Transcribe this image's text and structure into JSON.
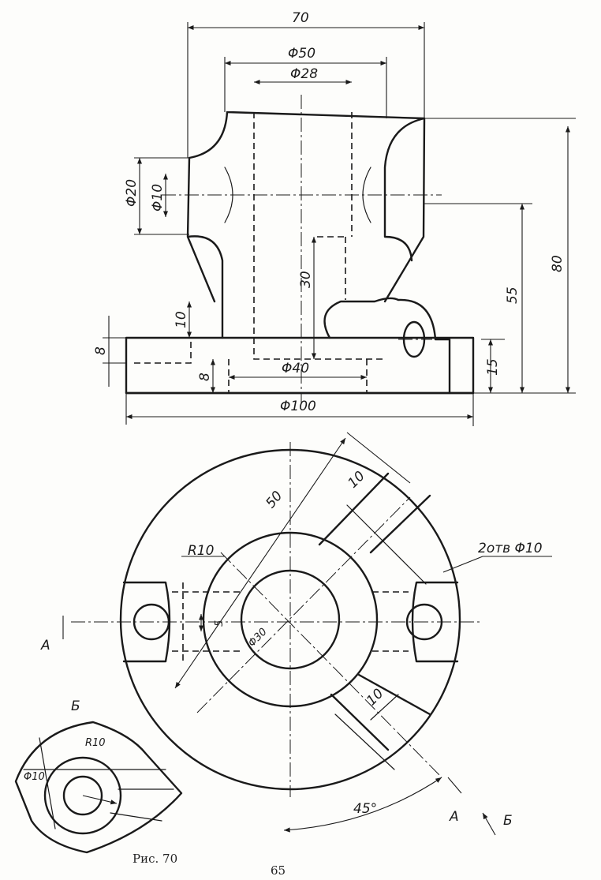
{
  "front_view": {
    "dims": {
      "width_70": "70",
      "d50": "Φ50",
      "d28": "Φ28",
      "d20": "Φ20",
      "d10": "Φ10",
      "h80": "80",
      "h55": "55",
      "h30": "30",
      "h10": "10",
      "h8_left": "8",
      "h8_inner": "8",
      "d40": "Φ40",
      "h15": "15",
      "d100": "Φ100"
    }
  },
  "top_view": {
    "dims": {
      "len50": "50",
      "r10": "R10",
      "holes": "2отв Φ10",
      "w10_top": "10",
      "w10_bottom": "10",
      "w5": "5",
      "d30": "Φ30",
      "angle": "45°"
    },
    "section_marks": {
      "a_left": "A",
      "a_right": "A",
      "b_arrow": "Б"
    }
  },
  "detail_b": {
    "title": "Б",
    "r10": "R10",
    "d10": "Φ10"
  },
  "caption": {
    "figure": "Рис. 70",
    "page": "65"
  }
}
